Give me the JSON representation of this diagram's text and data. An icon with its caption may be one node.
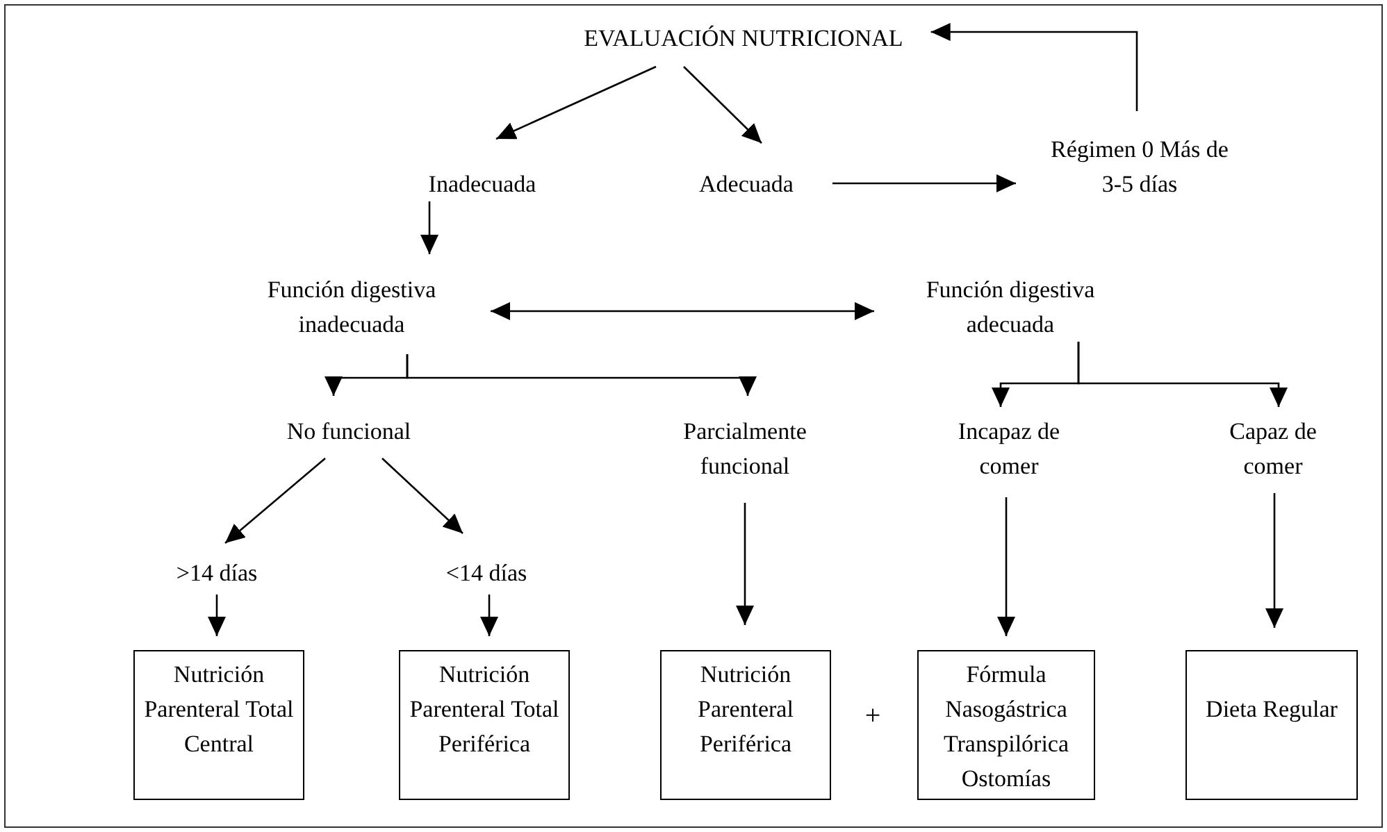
{
  "diagram": {
    "nodes": [
      {
        "text": [
          "EVALUACIÓN NUTRICIONAL"
        ]
      },
      {
        "text": [
          "Inadecuada"
        ]
      },
      {
        "text": [
          "Adecuada"
        ]
      },
      {
        "text": [
          "Régimen 0 Más de 3-5 días"
        ]
      },
      {
        "text": [
          "Función digestiva inadecuada"
        ]
      },
      {
        "text": [
          "Función digestiva adecuada"
        ]
      },
      {
        "text": [
          "No funcional"
        ]
      },
      {
        "text": [
          "Parcialmente funcional"
        ]
      },
      {
        "text": [
          "Incapaz de comer"
        ]
      },
      {
        "text": [
          "Capaz de comer"
        ]
      },
      {
        "text": [
          ">14 días"
        ]
      },
      {
        "text": [
          "<14 días"
        ]
      },
      {
        "text": [
          "Nutrición Parenteral Total Central"
        ]
      },
      {
        "text": [
          "Nutrición Parenteral Total Periférica"
        ]
      },
      {
        "text": [
          "Nutrición Parenteral Periférica"
        ]
      },
      {
        "text": [
          "Fórmula Nasogástrica Transpilórica Ostomías"
        ]
      },
      {
        "text": [
          "Dieta Regular"
        ]
      }
    ],
    "edges": [
      {
        "from": 0,
        "to": 1,
        "arrow": "to"
      },
      {
        "from": 0,
        "to": 2,
        "arrow": "to"
      },
      {
        "from": 2,
        "to": 3,
        "arrow": "to"
      },
      {
        "from": 3,
        "to": 0,
        "arrow": "to"
      },
      {
        "from": 1,
        "to": 4,
        "arrow": "to"
      },
      {
        "from": 4,
        "to": 5,
        "arrow": "both"
      },
      {
        "from": 4,
        "to": 6,
        "arrow": "to"
      },
      {
        "from": 4,
        "to": 7,
        "arrow": "to"
      },
      {
        "from": 5,
        "to": 8,
        "arrow": "to"
      },
      {
        "from": 5,
        "to": 9,
        "arrow": "to"
      },
      {
        "from": 6,
        "to": 10,
        "arrow": "to"
      },
      {
        "from": 6,
        "to": 11,
        "arrow": "to"
      },
      {
        "from": 10,
        "to": 12,
        "arrow": "to"
      },
      {
        "from": 11,
        "to": 13,
        "arrow": "to"
      },
      {
        "from": 7,
        "to": 14,
        "arrow": "to"
      },
      {
        "from": 8,
        "to": 15,
        "arrow": "to"
      },
      {
        "from": 9,
        "to": 16,
        "arrow": "to"
      }
    ],
    "labels": [
      "+"
    ]
  }
}
